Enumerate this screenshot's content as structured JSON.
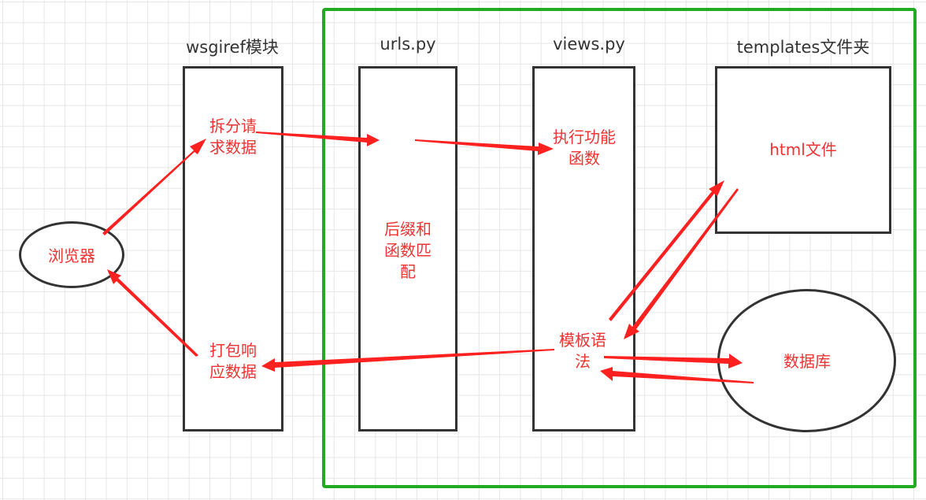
{
  "colors": {
    "accent": "#ee3333",
    "border": "#333333",
    "container": "#22aa22"
  },
  "titles": {
    "wsgiref": "wsgiref模块",
    "urls": "urls.py",
    "views": "views.py",
    "templates": "templates文件夹"
  },
  "nodes": {
    "browser": "浏览器",
    "split_request_l1": "拆分请",
    "split_request_l2": "求数据",
    "pack_response_l1": "打包响",
    "pack_response_l2": "应数据",
    "suffix_match_l1": "后缀和",
    "suffix_match_l2": "函数匹",
    "suffix_match_l3": "配",
    "exec_function_l1": "执行功能",
    "exec_function_l2": "函数",
    "template_syntax_l1": "模板语",
    "template_syntax_l2": "法",
    "html_file": "html文件",
    "database": "数据库"
  },
  "edges": [
    {
      "from": "browser",
      "to": "split_request"
    },
    {
      "from": "split_request",
      "to": "suffix_match"
    },
    {
      "from": "suffix_match",
      "to": "exec_function"
    },
    {
      "from": "template_syntax",
      "to": "html_file"
    },
    {
      "from": "html_file",
      "to": "template_syntax"
    },
    {
      "from": "template_syntax",
      "to": "database"
    },
    {
      "from": "database",
      "to": "template_syntax"
    },
    {
      "from": "template_syntax",
      "to": "pack_response"
    },
    {
      "from": "pack_response",
      "to": "browser"
    }
  ]
}
